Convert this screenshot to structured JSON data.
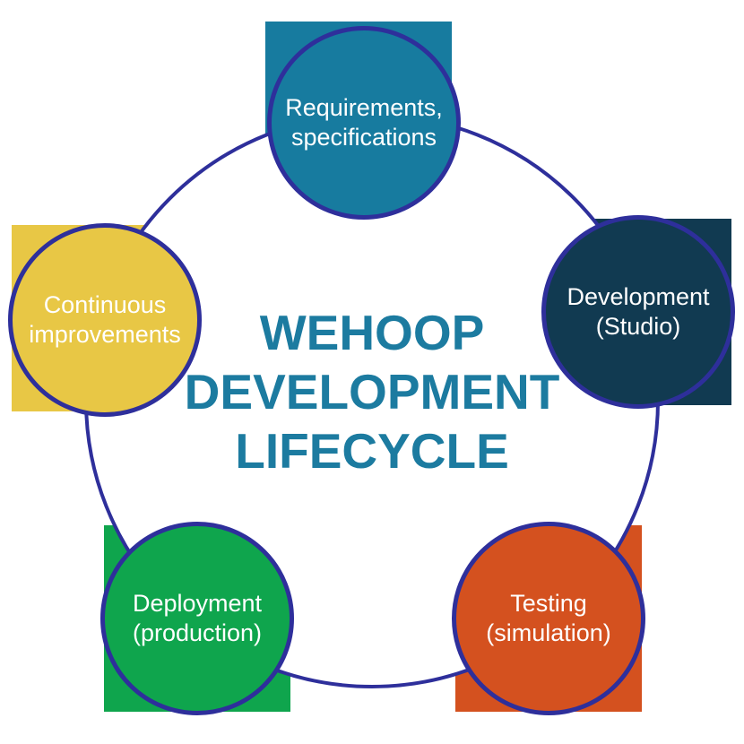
{
  "diagram": {
    "title": {
      "lines": [
        "WEHOOP",
        "DEVELOPMENT",
        "LIFECYCLE"
      ],
      "color": "#1C7BA0"
    },
    "ring": {
      "color": "#2E2F9B",
      "fill": "#FFFFFF"
    },
    "nodes": [
      {
        "id": "requirements",
        "lines": [
          "Requirements,",
          "specifications"
        ],
        "color": "#177B9F",
        "text_color": "#FFFFFF"
      },
      {
        "id": "development",
        "lines": [
          "Development",
          "(Studio)"
        ],
        "color": "#113A51",
        "text_color": "#FFFFFF"
      },
      {
        "id": "testing",
        "lines": [
          "Testing",
          "(simulation)"
        ],
        "color": "#D4511F",
        "text_color": "#FFFFFF"
      },
      {
        "id": "deployment",
        "lines": [
          "Deployment",
          "(production)"
        ],
        "color": "#0FA54D",
        "text_color": "#FFFFFF"
      },
      {
        "id": "improvements",
        "lines": [
          "Continuous",
          "improvements"
        ],
        "color": "#E8C745",
        "text_color": "#FFFFFF"
      }
    ]
  }
}
